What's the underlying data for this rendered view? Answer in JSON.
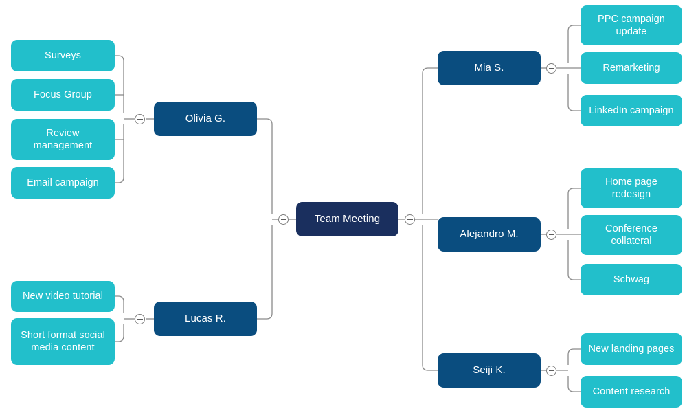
{
  "diagram": {
    "title": "Team Meeting mind map",
    "type": "mind-map",
    "colors": {
      "leaf": "#22bfcb",
      "person": "#0a4d7f",
      "root": "#1a2f5e",
      "connector": "#8a8a8a",
      "background": "#ffffff",
      "text": "#ffffff"
    }
  },
  "root": {
    "label": "Team Meeting",
    "toggle_left": "collapse-toggle",
    "toggle_right": "collapse-toggle"
  },
  "branches": {
    "left": [
      {
        "person": "Olivia G.",
        "toggle": "collapse-toggle",
        "tasks": [
          {
            "label": "Surveys"
          },
          {
            "label": "Focus Group"
          },
          {
            "label": "Review management"
          },
          {
            "label": "Email campaign"
          }
        ]
      },
      {
        "person": "Lucas R.",
        "toggle": "collapse-toggle",
        "tasks": [
          {
            "label": "New video tutorial"
          },
          {
            "label": "Short format social media content"
          }
        ]
      }
    ],
    "right": [
      {
        "person": "Mia S.",
        "toggle": "collapse-toggle",
        "tasks": [
          {
            "label": "PPC campaign update"
          },
          {
            "label": "Remarketing"
          },
          {
            "label": "LinkedIn campaign"
          }
        ]
      },
      {
        "person": "Alejandro M.",
        "toggle": "collapse-toggle",
        "tasks": [
          {
            "label": "Home page redesign"
          },
          {
            "label": "Conference collateral"
          },
          {
            "label": "Schwag"
          }
        ]
      },
      {
        "person": "Seiji K.",
        "toggle": "collapse-toggle",
        "tasks": [
          {
            "label": "New landing pages"
          },
          {
            "label": "Content research"
          }
        ]
      }
    ]
  }
}
